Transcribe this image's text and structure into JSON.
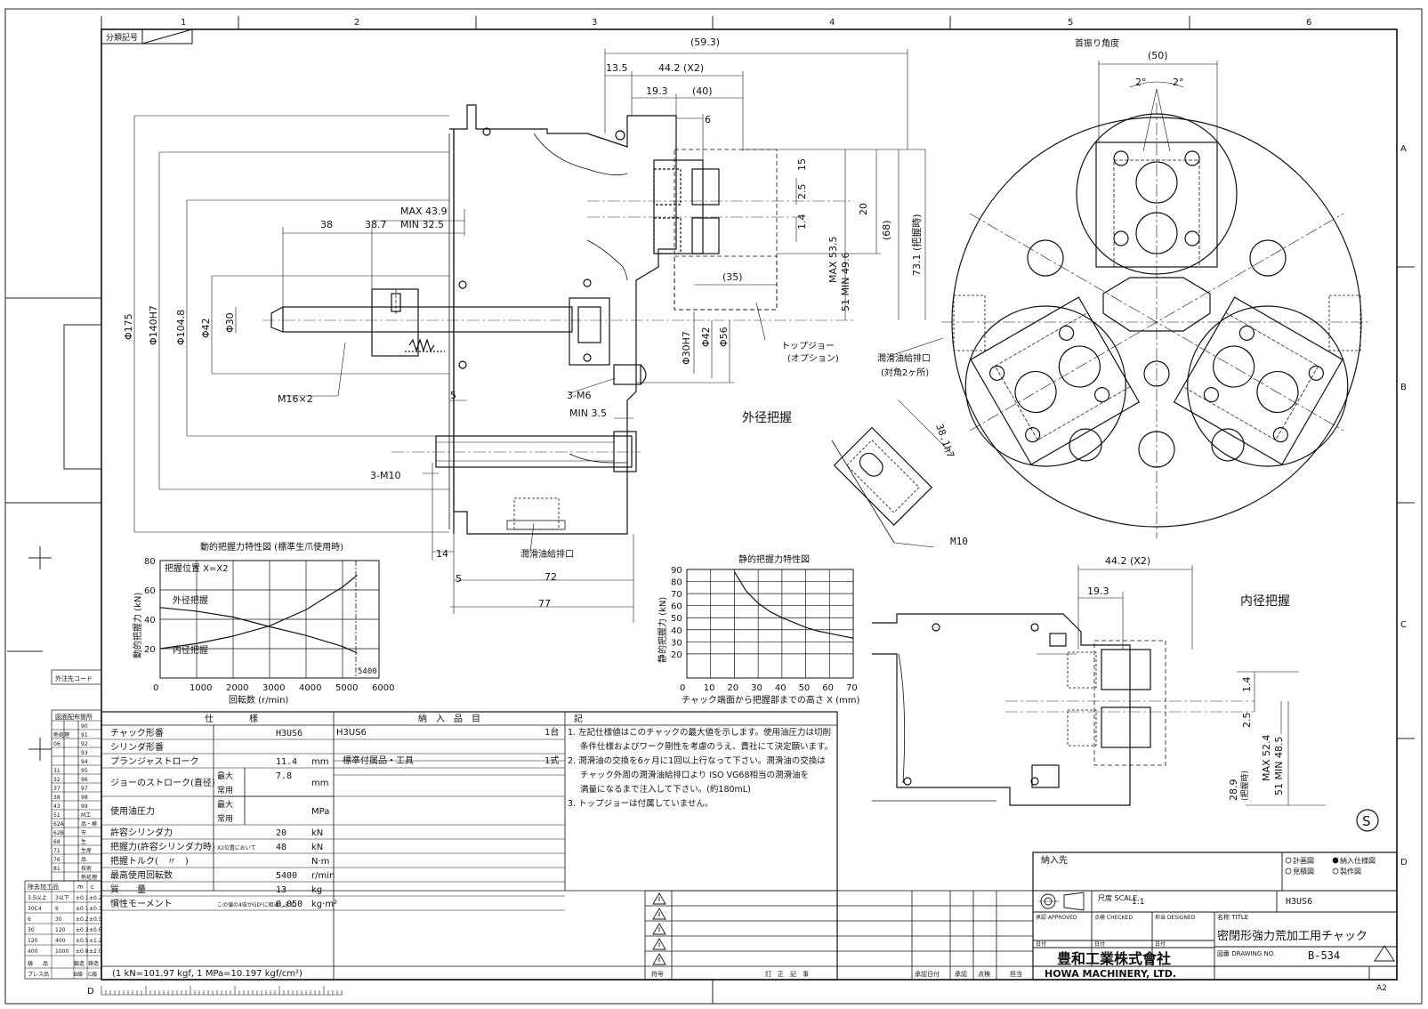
{
  "grid": {
    "columns": [
      "1",
      "2",
      "3",
      "4",
      "5",
      "6"
    ],
    "rows": [
      "A",
      "B",
      "C",
      "D"
    ]
  },
  "classification_box": "分類記号",
  "dimensions": {
    "top_59_3": "(59.3)",
    "d_13_5": "13.5",
    "d_44_2_x2": "44.2 (X2)",
    "d_19_3": "19.3",
    "d_40": "(40)",
    "d_6": "6",
    "d_15": "15",
    "d_2_5": "2.5",
    "d_1_4": "1.4",
    "d_20": "20",
    "d_68": "(68)",
    "d_73_1": "73.1 (把握時)",
    "d_35": "(35)",
    "max_53_5": "MAX 53.5",
    "min_49_6": "51 MIN 49.6",
    "max_43_9": "MAX 43.9",
    "min_32_5": "MIN 32.5",
    "d_38": "38",
    "d_38_7": "38.7",
    "phi175": "Φ175",
    "phi140": "Φ140H7",
    "phi104": "Φ104.8",
    "phi42a": "Φ42",
    "phi30": "Φ30",
    "phi30h7": "Φ30H7",
    "phi42b": "Φ42",
    "phi56": "Φ56",
    "m16": "M16×2",
    "m6": "3-M6",
    "min3_5": "MIN 3.5",
    "d5a": "5",
    "m10": "3-M10",
    "d14": "14",
    "d5b": "5",
    "d72": "72",
    "d77": "77",
    "top_jaw": "トップジョー",
    "top_jaw_opt": "(オプション)",
    "lube_port": "潤滑油給排口",
    "lube_port_diag": "(対角2ヶ所)",
    "lube_port_bottom": "潤滑油給排口",
    "swing_angle": "首振り角度",
    "d50": "(50)",
    "angle_l": "2°",
    "angle_r": "2°",
    "od_grip": "外径把握",
    "id_grip": "内径把握",
    "d_38_1h7": "38.1h7",
    "m10b": "M10",
    "id_44_2": "44.2 (X2)",
    "id_19_3": "19.3",
    "id_1_4": "1.4",
    "id_2_5": "2.5",
    "id_max": "MAX 52.4",
    "id_min": "51 MIN 48.5",
    "id_28_9": "28.9",
    "id_28_9_note": "(把握時)",
    "s_mark": "S"
  },
  "chart_data": [
    {
      "type": "line",
      "title": "動的把握力特性図 (標準生爪使用時)",
      "note": "把握位置 X=X2",
      "xlabel": "回転数 (r/min)",
      "ylabel": "動的把握力 (kN)",
      "xlim": [
        0,
        6000
      ],
      "ylim": [
        0,
        80
      ],
      "xticks": [
        0,
        1000,
        2000,
        3000,
        4000,
        5000,
        6000
      ],
      "yticks": [
        20,
        40,
        60,
        80
      ],
      "marker_label": "5400",
      "marker_x": 5400,
      "series": [
        {
          "name": "外径把握",
          "x": [
            0,
            1000,
            2000,
            3000,
            4000,
            5000,
            5400
          ],
          "y": [
            48,
            45.5,
            41.5,
            35,
            29,
            21.5,
            17
          ]
        },
        {
          "name": "内径把握",
          "x": [
            0,
            1000,
            2000,
            3000,
            4000,
            5000,
            5400
          ],
          "y": [
            20,
            23.5,
            28.5,
            35.5,
            46.5,
            62,
            70
          ]
        }
      ]
    },
    {
      "type": "line",
      "title": "静的把握力特性図",
      "xlabel": "チャック端面から把握部までの高さ X (mm)",
      "ylabel": "静的把握力 (kN)",
      "xlim": [
        0,
        70
      ],
      "ylim": [
        0,
        90
      ],
      "xticks": [
        0,
        10,
        20,
        30,
        40,
        50,
        60,
        70
      ],
      "yticks": [
        20,
        30,
        40,
        50,
        60,
        70,
        80,
        90
      ],
      "series": [
        {
          "x": [
            20,
            25,
            30,
            35,
            40,
            45,
            50,
            55,
            60,
            65,
            70
          ],
          "y": [
            88,
            72,
            62,
            55,
            50,
            46,
            42,
            39,
            37,
            35,
            33
          ]
        }
      ]
    }
  ],
  "spec": {
    "header_spec": "仕　　　　様",
    "header_items": "納　入　品　目",
    "header_notes": "記",
    "rows": [
      {
        "label": "チャック形番",
        "value": "H3US6",
        "unit": ""
      },
      {
        "label": "シリンダ形番",
        "value": "",
        "unit": ""
      },
      {
        "label": "プランジャストローク",
        "value": "11.4",
        "unit": "mm"
      },
      {
        "label": "ジョーのストローク(直径)",
        "sub": [
          "最大",
          "常用"
        ],
        "value": "7.8",
        "unit": "mm"
      },
      {
        "label": "使用油圧力",
        "sub": [
          "最大",
          "常用"
        ],
        "value": "",
        "unit": "MPa"
      },
      {
        "label": "許容シリンダ力",
        "value": "20",
        "unit": "kN"
      },
      {
        "label": "把握力(許容シリンダ力時)",
        "sub": [
          "X2位置において"
        ],
        "value": "48",
        "unit": "kN"
      },
      {
        "label": "把握トルク(　〃　)",
        "value": "",
        "unit": "N·m"
      },
      {
        "label": "最高使用回転数",
        "value": "5400",
        "unit": "r/min"
      },
      {
        "label": "質　　量",
        "value": "13",
        "unit": "kg"
      },
      {
        "label": "慣性モーメント",
        "sub": [
          "この値の4倍がGD²に相当します。"
        ],
        "value": "0.050",
        "unit": "kg·m²"
      }
    ],
    "items": [
      {
        "name": "H3US6",
        "qty": "1台"
      },
      {
        "name": "標準付属品・工具",
        "qty": "1式"
      }
    ],
    "notes": [
      "1. 左記仕様値はこのチャックの最大値を示します。使用油圧力は切削",
      "条件仕様およびワーク剛性を考慮のうえ、貴社にて決定願います。",
      "2. 潤滑油の交換を6ヶ月に1回以上行なって下さい。潤滑油の交換は",
      "チャック外周の潤滑油給排口より ISO VG68相当の潤滑油を",
      "満量になるまで注入して下さい。(約180mL)",
      "3. トップジョーは付属していません。"
    ],
    "conversion": "(1 kN=101.97 kgf, 1 MPa=10.197 kgf/cm²)"
  },
  "left_tables": {
    "order_code": "外注先コード",
    "distribution": "図面配布箇所",
    "dist_nums": [
      "90",
      "91",
      "92",
      "93",
      "94",
      "95",
      "96",
      "97",
      "98",
      "99",
      "M工",
      "品・検",
      "市",
      "生",
      "生産",
      "品",
      "技術",
      "熱処理"
    ],
    "dist_left": [
      "",
      "熱処理",
      "06",
      "",
      "",
      "31",
      "32",
      "37",
      "38",
      "43",
      "51",
      "62A",
      "62B",
      "68",
      "71",
      "76",
      "81"
    ],
    "tolerance_title": "除去加工品",
    "tolerance_cols": [
      "m",
      "c"
    ],
    "tolerance_rows": [
      [
        "3.5以上",
        "3以下",
        "±0.1",
        "±0.2"
      ],
      [
        "30C4",
        "6",
        "±0.1",
        "±0.3"
      ],
      [
        "6",
        "30",
        "±0.2",
        "±0.5"
      ],
      [
        "30",
        "120",
        "±0.3",
        "±0.8"
      ],
      [
        "120",
        "400",
        "±0.5",
        "±1.2"
      ],
      [
        "400",
        "1000",
        "±0.8",
        "±2.0"
      ]
    ],
    "casting": [
      "鋳",
      "品",
      "鍛造",
      "鋳造"
    ],
    "press": [
      "プレス品",
      "B級",
      "C級"
    ]
  },
  "title_block": {
    "delivery_to": "納入先",
    "options": [
      "計画図",
      "納入仕様図",
      "見積図",
      "製作図"
    ],
    "selected_option": "納入仕様図",
    "scale_label": "尺度 SCALE",
    "scale": "1:1",
    "model": "H3US6",
    "approved": "承認 APPROVED",
    "checked": "点検 CHECKED",
    "designed": "担当 DESIGNED",
    "date": "日付",
    "name_label": "名称 TITLE",
    "title": "密閉形強力荒加工用チャック",
    "drawing_no_label": "図番 DRAWING NO.",
    "drawing_no": "B-534",
    "company_jp": "豊和工業株式會社",
    "company_en": "HOWA MACHINERY, LTD.",
    "sheet_size": "A2",
    "revision_cols": [
      "符号",
      "訂　正　記　事",
      "承認日付",
      "承認",
      "点検",
      "担当"
    ]
  },
  "bottom_ruler_label": "D",
  "colors": {
    "line": "#111111",
    "light": "#444444",
    "paper": "#ffffff"
  }
}
